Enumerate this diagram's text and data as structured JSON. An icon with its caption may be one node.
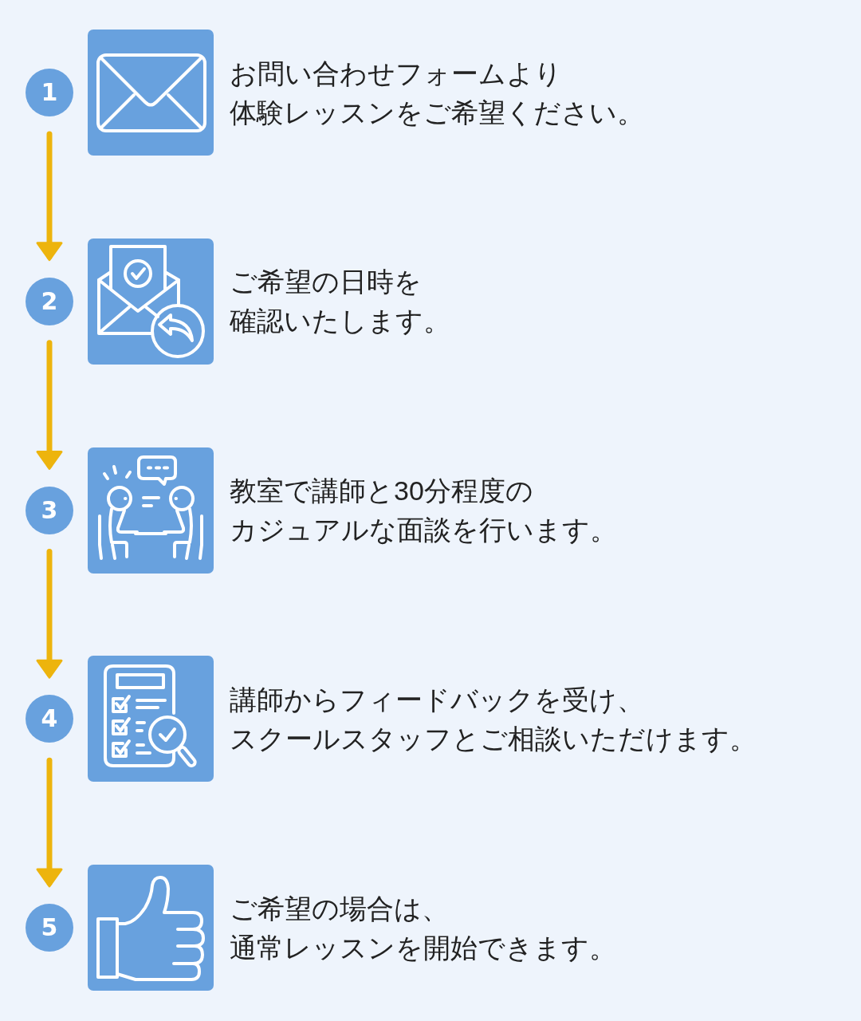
{
  "diagram": {
    "nodes": [
      {
        "text": [
          "1"
        ]
      },
      {
        "text": [
          "2"
        ]
      },
      {
        "text": [
          "3"
        ]
      },
      {
        "text": [
          "4"
        ]
      },
      {
        "text": [
          "5"
        ]
      }
    ],
    "edges": [
      {
        "from": 0,
        "to": 1,
        "arrow": "to"
      },
      {
        "from": 1,
        "to": 2,
        "arrow": "to"
      },
      {
        "from": 2,
        "to": 3,
        "arrow": "to"
      },
      {
        "from": 3,
        "to": 4,
        "arrow": "to"
      }
    ],
    "labels": [
      "お問い合わせフォームより",
      "体験レッスンをご希望ください。",
      "ご希望の日時を",
      "確認いたします。",
      "教室で講師と30分程度の",
      "カジュアルな面談を行います。",
      "講師からフィードバックを受け、",
      "スクールスタッフとご相談いただけます。",
      "ご希望の場合は、",
      "通常レッスンを開始できます。"
    ]
  }
}
